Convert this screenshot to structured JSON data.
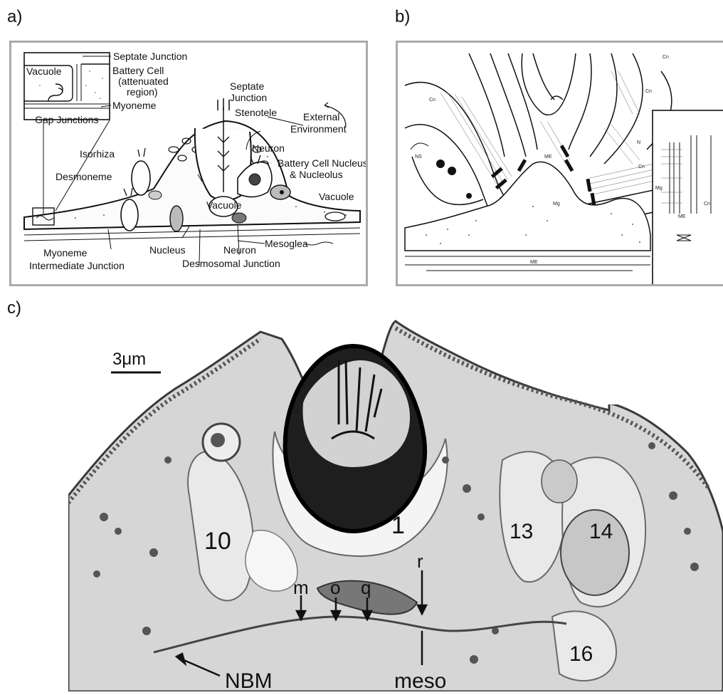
{
  "panels": {
    "a": {
      "letter": "a)",
      "labels": {
        "vacuole_inset": "Vacuole",
        "septate_junction": "Septate Junction",
        "battery_cell_1": "Battery Cell",
        "battery_cell_2": "(attenuated",
        "battery_cell_3": "region)",
        "myoneme_top": "Myoneme",
        "gap_junctions": "Gap Junctions",
        "septate_center_1": "Septate",
        "septate_center_2": "Junction",
        "stenotele": "Stenotele",
        "external_1": "External",
        "external_2": "Environment",
        "isorhiza": "Isorhiza",
        "neuron_top": "Neuron",
        "battery_nucleus_1": "Battery Cell Nucleus",
        "battery_nucleus_2": "& Nucleolus",
        "desmoneme": "Desmoneme",
        "vacuole_center": "Vacuole",
        "vacuole_right": "Vacuole",
        "mesoglea": "Mesoglea",
        "myoneme_bottom": "Myoneme",
        "intermediate_junction": "Intermediate Junction",
        "nucleus": "Nucleus",
        "neuron_bottom": "Neuron",
        "desmosomal_junction": "Desmosomal Junction"
      }
    },
    "b": {
      "letter": "b)",
      "labels": {
        "cn1": "Cn",
        "cn2": "Cn",
        "cn3": "Cn",
        "cn4": "Cn",
        "cn5": "Cn",
        "me_top": "ME",
        "ns": "NS",
        "n": "N",
        "mg": "Mg",
        "mg_inset": "Mg",
        "me_inset": "ME",
        "me_bottom": "ME"
      }
    },
    "c": {
      "letter": "c)",
      "scale_bar": "3μm",
      "labels": {
        "l1": "1",
        "l10": "10",
        "l13": "13",
        "l14": "14",
        "l16": "16",
        "m": "m",
        "o": "o",
        "q": "q",
        "r": "r",
        "nbm": "NBM",
        "meso": "meso"
      }
    }
  }
}
